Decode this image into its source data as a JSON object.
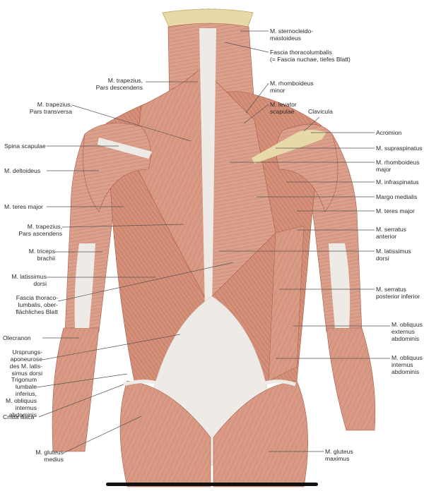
{
  "colors": {
    "muscle": "#d99a85",
    "muscle_dark": "#b8664e",
    "fascia": "#eeeae6",
    "bone": "#e8d9a8",
    "leader": "#555555"
  },
  "labels_left": [
    "M. trapezius,\nPars descendens",
    "M. trapezius,\nPars transversa",
    "Spina scapulae",
    "M. deltoideus",
    "M. teres major",
    "M. trapezius,\nPars ascendens",
    "M. triceps\nbrachii",
    "M. latissimus\ndorsi",
    "Fascia thoraco-\nlumbalis, ober-\nflächliches Blatt",
    "Olecranon",
    "Ursprungs-\naponeurose\ndes M. latis-\nsimus dorsi",
    "Trigonum\nlumbale\ninferius,\nM. obliquus\ninternus\nabdominis",
    "Crista iliaca",
    "M. gluteus\nmedius"
  ],
  "labels_right": [
    "M. sternocleido-\nmastoideus",
    "Fascia thoracolumbalis\n(= Fascia nuchae, tiefes Blatt)",
    "M. rhomboideus\nminor",
    "M. levator\nscapulae",
    "Clavicula",
    "Acromion",
    "M. supraspinatus",
    "M. rhomboideus\nmajor",
    "M. infraspinatus",
    "Margo medialis",
    "M. teres major",
    "M. serratus\nanterior",
    "M. latissimus\ndorsi",
    "M. serratus\nposterior inferior",
    "M. obliquus\nexternus\nabdominis",
    "M. obliquus\ninternus\nabdominis",
    "M. gluteus\nmaximus"
  ]
}
